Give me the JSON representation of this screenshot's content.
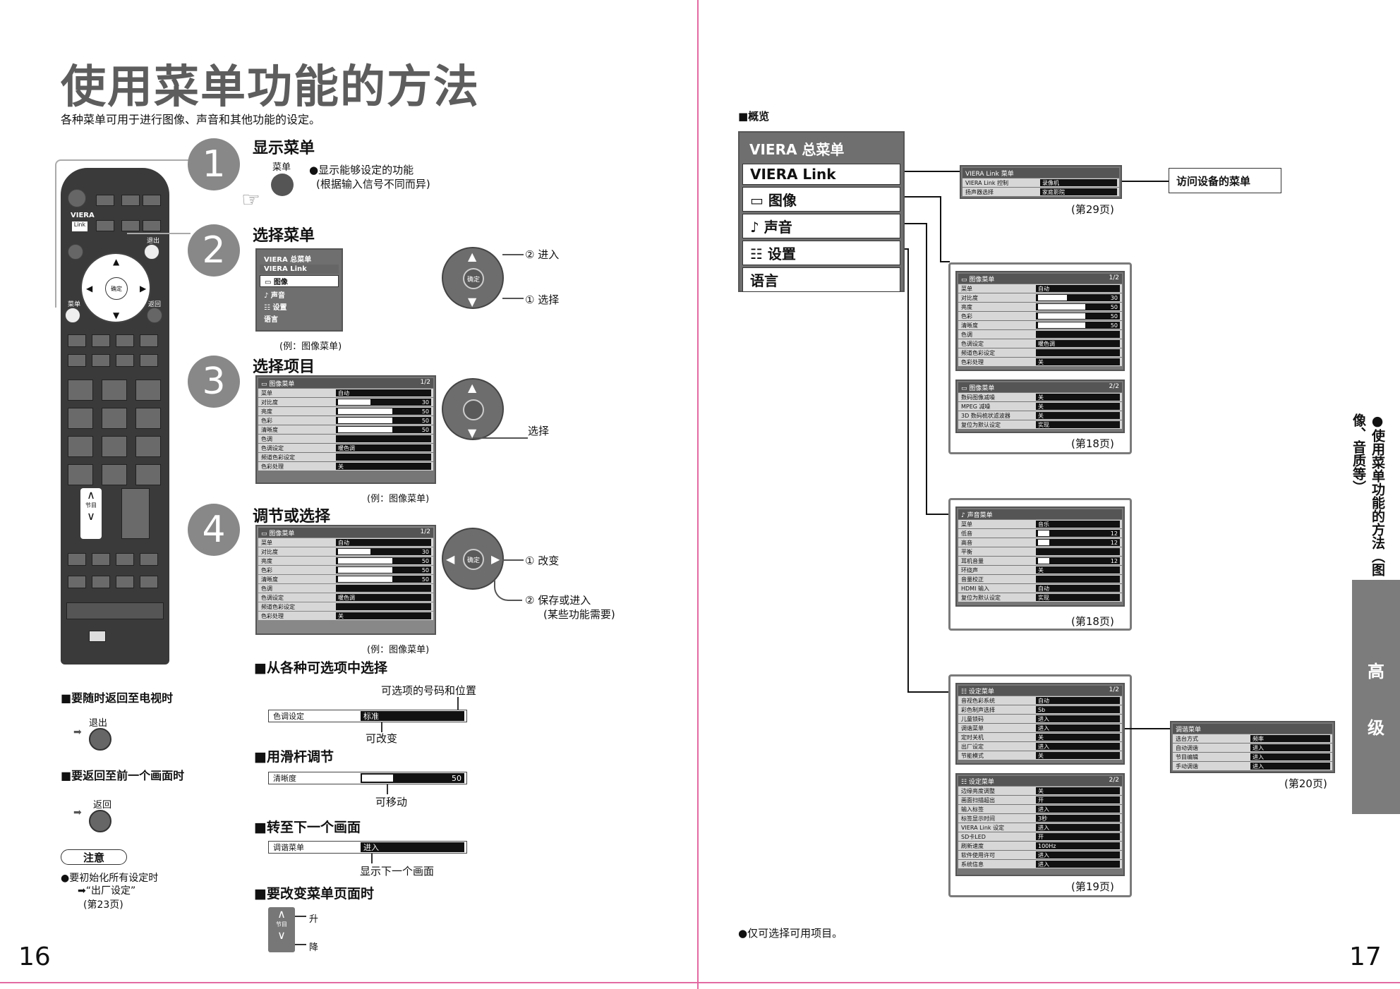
{
  "left": {
    "title": "使用菜单功能的方法",
    "subtitle": "各种菜单可用于进行图像、声音和其他功能的设定。",
    "page_number": "16",
    "steps": [
      {
        "num": "1",
        "heading": "显示菜单",
        "btn": "菜单",
        "desc1": "●显示能够设定的功能",
        "desc2": "(根据输入信号不同而异)"
      },
      {
        "num": "2",
        "heading": "选择菜单",
        "caption": "(例：图像菜单)",
        "enter": "② 进入",
        "select": "① 选择"
      },
      {
        "num": "3",
        "heading": "选择项目",
        "caption": "(例：图像菜单)",
        "select": "选择"
      },
      {
        "num": "4",
        "heading": "调节或选择",
        "caption": "(例：图像菜单)",
        "change": "① 改变",
        "save": "② 保存或进入",
        "save2": "(某些功能需要)"
      }
    ],
    "remote": {
      "brand": "VIERA",
      "link": "Link",
      "exit": "退出",
      "menu": "菜单",
      "return": "返回",
      "ok": "确定",
      "ch": "节目"
    },
    "main_menu_small": {
      "title": "VIERA 总菜单",
      "items": [
        "VIERA Link",
        "▭ 图像",
        "♪ 声音",
        "☷ 设置",
        "语言"
      ]
    },
    "picture_menu_small": {
      "head": "▭ 图像菜单",
      "page": "1/2",
      "rows": [
        [
          "菜单",
          "自动",
          ""
        ],
        [
          "对比度",
          "",
          "30"
        ],
        [
          "亮度",
          "",
          "50"
        ],
        [
          "色彩",
          "",
          "50"
        ],
        [
          "清晰度",
          "",
          "50"
        ],
        [
          "色调",
          "",
          ""
        ],
        [
          "色调设定",
          "暖色调",
          ""
        ],
        [
          "频道色彩设定",
          "",
          ""
        ],
        [
          "色彩处理",
          "关",
          ""
        ]
      ]
    },
    "picture_menu_4": {
      "head": "▭ 图像菜单",
      "page": "1/2",
      "rows": [
        [
          "菜单",
          "自动",
          ""
        ],
        [
          "对比度",
          "",
          "30"
        ],
        [
          "亮度",
          "",
          "50"
        ],
        [
          "色彩",
          "",
          "50"
        ],
        [
          "清晰度",
          "",
          "50"
        ],
        [
          "色调",
          "",
          ""
        ],
        [
          "色调设定",
          "暖色调",
          ""
        ],
        [
          "频道色彩设定",
          "",
          ""
        ],
        [
          "色彩处理",
          "关",
          ""
        ]
      ]
    },
    "from_options": {
      "heading": "■从各种可选项中选择",
      "note_top": "可选项的号码和位置",
      "label": "色调设定",
      "value": "标准",
      "note_bottom": "可改变"
    },
    "slider": {
      "heading": "■用滑杆调节",
      "label": "清晰度",
      "value": "50",
      "note": "可移动"
    },
    "next_screen": {
      "heading": "■转至下一个画面",
      "label": "调谐菜单",
      "value": "进入",
      "note": "显示下一个画面"
    },
    "page_change": {
      "heading": "■要改变菜单页面时",
      "up": "升",
      "down": "降",
      "ch": "节目"
    },
    "return_tv": {
      "heading": "■要随时返回至电视时",
      "btn": "退出"
    },
    "return_prev": {
      "heading": "■要返回至前一个画面时",
      "btn": "返回"
    },
    "note": {
      "title": "注意",
      "line1": "●要初始化所有设定时",
      "line2": "➡“出厂设定”",
      "line3": "(第23页)"
    }
  },
  "right": {
    "page_number": "17",
    "overview": "■概览",
    "footer_note": "●仅可选择可用项目。",
    "main_menu": {
      "title": "VIERA 总菜单",
      "items": [
        "VIERA Link",
        "▭ 图像",
        "♪ 声音",
        "☷ 设置",
        "语言"
      ]
    },
    "viera_link_menu": {
      "head": "VIERA Link 菜单",
      "rows": [
        [
          "VIERA Link 控制",
          "录像机"
        ],
        [
          "扬声器选择",
          "家庭影院"
        ]
      ],
      "page_ref": "(第29页)",
      "access": "访问设备的菜单"
    },
    "picture_menu_1": {
      "head": "▭ 图像菜单",
      "page": "1/2",
      "rows": [
        [
          "菜单",
          "自动",
          ""
        ],
        [
          "对比度",
          "",
          "30"
        ],
        [
          "亮度",
          "",
          "50"
        ],
        [
          "色彩",
          "",
          "50"
        ],
        [
          "清晰度",
          "",
          "50"
        ],
        [
          "色调",
          "",
          ""
        ],
        [
          "色调设定",
          "暖色调",
          ""
        ],
        [
          "频道色彩设定",
          "",
          ""
        ],
        [
          "色彩处理",
          "关",
          ""
        ]
      ]
    },
    "picture_menu_2": {
      "head": "▭ 图像菜单",
      "page": "2/2",
      "rows": [
        [
          "数码图像减噪",
          "关"
        ],
        [
          "MPEG 减噪",
          "关"
        ],
        [
          "3D 数码梳状滤波器",
          "关"
        ],
        [
          "复位为默认设定",
          "实现"
        ]
      ],
      "page_ref": "(第18页)"
    },
    "sound_menu": {
      "head": "♪ 声音菜单",
      "rows": [
        [
          "菜单",
          "音乐",
          ""
        ],
        [
          "低音",
          "",
          "12"
        ],
        [
          "高音",
          "",
          "12"
        ],
        [
          "平衡",
          "",
          ""
        ],
        [
          "耳机音量",
          "",
          "12"
        ],
        [
          "环绕声",
          "关",
          ""
        ],
        [
          "音量校正",
          "",
          ""
        ],
        [
          "HDMI 输入",
          "自动",
          ""
        ],
        [
          "复位为默认设定",
          "实现",
          ""
        ]
      ],
      "page_ref": "(第18页)"
    },
    "setup_menu_1": {
      "head": "☷ 设定菜单",
      "page": "1/2",
      "rows": [
        [
          "音视色彩系统",
          "自动"
        ],
        [
          "彩色制声选择",
          "Sb"
        ],
        [
          "儿童锁码",
          "进入"
        ],
        [
          "调谐菜单",
          "进入"
        ],
        [
          "定时关机",
          "关"
        ],
        [
          "出厂设定",
          "进入"
        ],
        [
          "节能模式",
          "关"
        ]
      ]
    },
    "setup_menu_2": {
      "head": "☷ 设定菜单",
      "page": "2/2",
      "rows": [
        [
          "边缘亮度调整",
          "关"
        ],
        [
          "画面扫描超出",
          "开"
        ],
        [
          "输入标签",
          "进入"
        ],
        [
          "标签显示时间",
          "3秒"
        ],
        [
          "VIERA Link 设定",
          "进入"
        ],
        [
          "SD卡LED",
          "开"
        ],
        [
          "刷新速度",
          "100Hz"
        ],
        [
          "软件使用许可",
          "进入"
        ],
        [
          "系统信息",
          "进入"
        ]
      ],
      "page_ref": "(第19页)"
    },
    "tuning_menu": {
      "head": "调谐菜单",
      "rows": [
        [
          "选台方式",
          "频率"
        ],
        [
          "自动调谐",
          "进入"
        ],
        [
          "节目编辑",
          "进入"
        ],
        [
          "手动调谐",
          "进入"
        ]
      ],
      "page_ref": "(第20页)"
    },
    "side_tab": {
      "vertical": "●使用菜单功能的方法（图像、音质等）",
      "tab1": "高",
      "tab2": "级"
    }
  }
}
